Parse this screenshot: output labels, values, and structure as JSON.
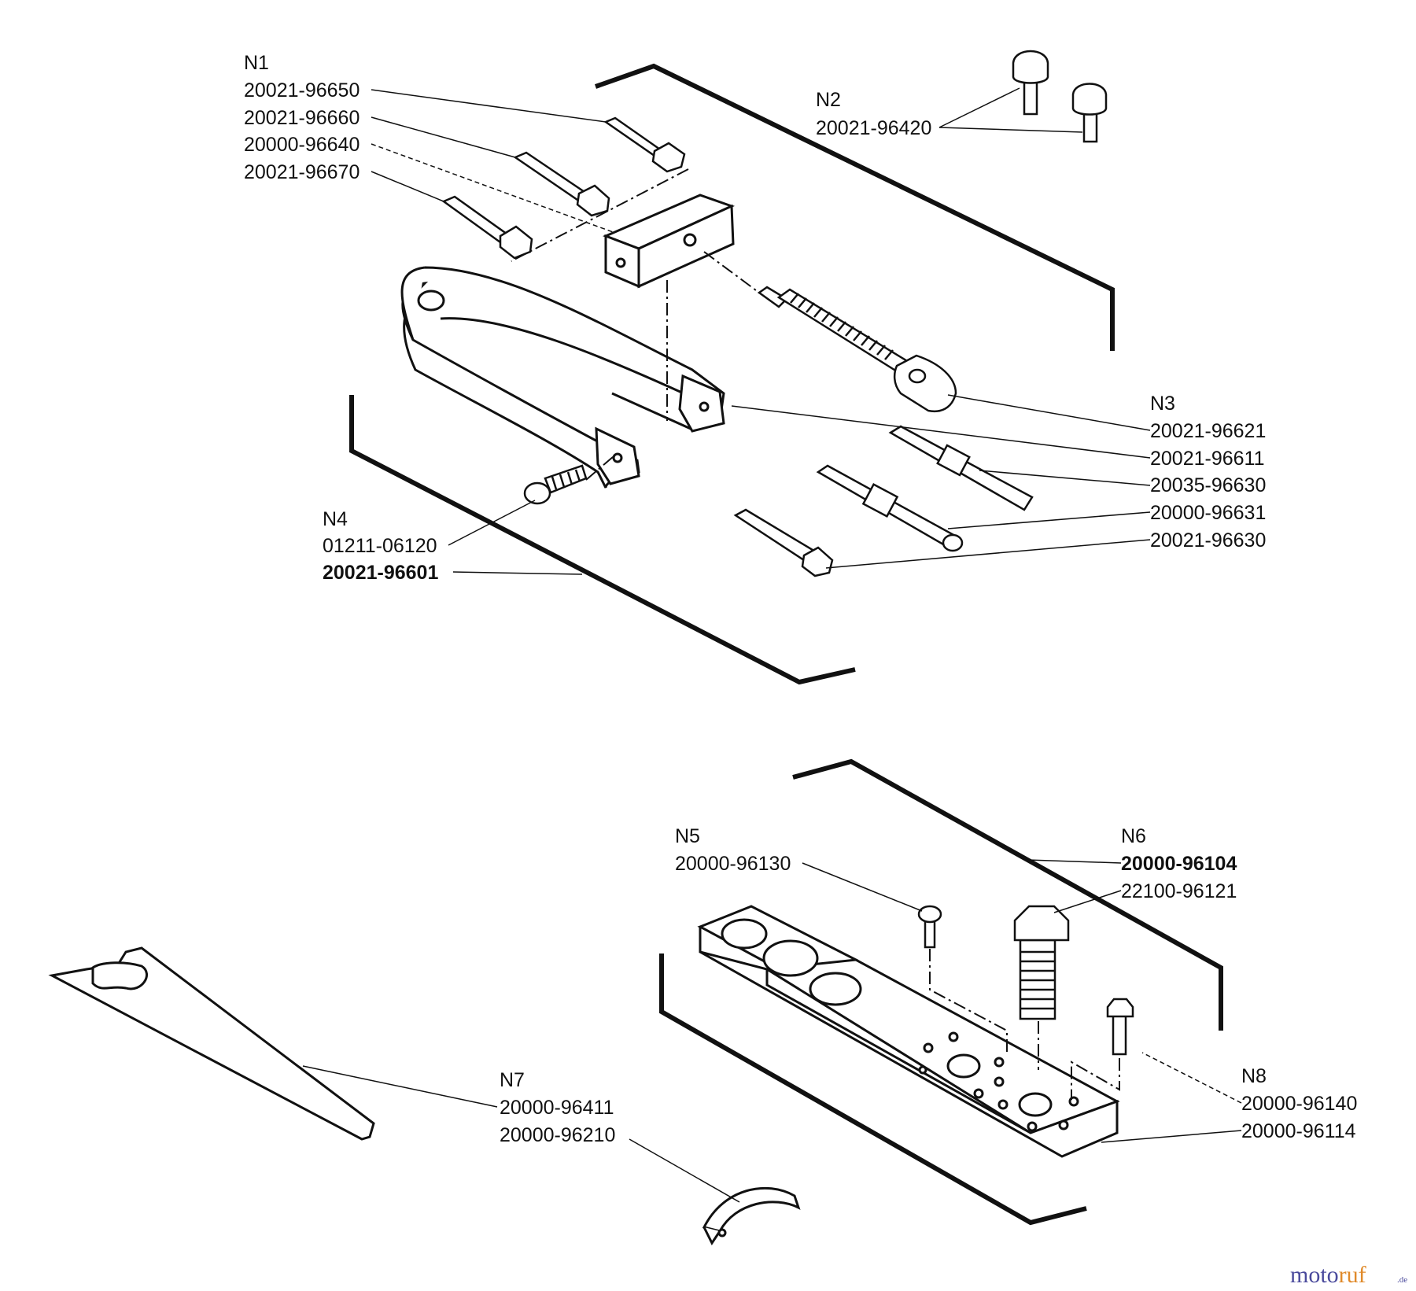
{
  "groups": {
    "n1": {
      "title": "N1",
      "parts": [
        "20021-96650",
        "20021-96660",
        "20000-96640",
        "20021-96670"
      ]
    },
    "n2": {
      "title": "N2",
      "parts": [
        "20021-96420"
      ]
    },
    "n3": {
      "title": "N3",
      "parts": [
        "20021-96621",
        "20021-96611",
        "20035-96630",
        "20000-96631",
        "20021-96630"
      ]
    },
    "n4": {
      "title": "N4",
      "parts": [
        "01211-06120",
        "20021-96601"
      ]
    },
    "n5": {
      "title": "N5",
      "parts": [
        "20000-96130"
      ]
    },
    "n6": {
      "title": "N6",
      "parts": [
        "20000-96104",
        "22100-96121"
      ]
    },
    "n7": {
      "title": "N7",
      "parts": [
        "20000-96411",
        "20000-96210"
      ]
    },
    "n8": {
      "title": "N8",
      "parts": [
        "20000-96140",
        "20000-96114"
      ]
    }
  },
  "watermark": {
    "brand_a": "moto",
    "brand_b": "ruf",
    "suffix": ".de",
    "color_a": "#4a4a9c",
    "color_b": "#e08a2a"
  },
  "colors": {
    "ink": "#111111",
    "background": "#ffffff"
  }
}
